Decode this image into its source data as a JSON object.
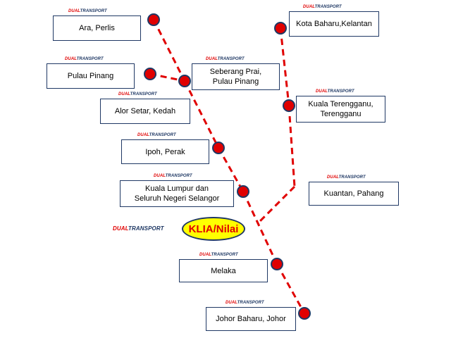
{
  "brand": {
    "part1": "DUAL",
    "part2": "TRANSPORT"
  },
  "hub": {
    "label": "KLIA/Nilai"
  },
  "locations": {
    "ara_perlis": "Ara, Perlis",
    "pulau_pinang": "Pulau Pinang",
    "seberang_prai": "Seberang Prai,\nPulau Pinang",
    "alor_setar": "Alor Setar, Kedah",
    "ipoh": "Ipoh, Perak",
    "kuala_lumpur": "Kuala Lumpur dan\nSeluruh Negeri Selangor",
    "melaka": "Melaka",
    "johor_bahru": "Johor Baharu, Johor",
    "kota_bharu": "Kota Baharu,Kelantan",
    "kuala_terengganu": "Kuala Terengganu,\nTerengganu",
    "kuantan": "Kuantan, Pahang"
  },
  "colors": {
    "route": "#e00000",
    "stop": "#e00000",
    "stop_border": "#1f3864",
    "box_border": "#1f3864",
    "hub_fill": "#ffff00",
    "hub_text": "#e00000"
  }
}
